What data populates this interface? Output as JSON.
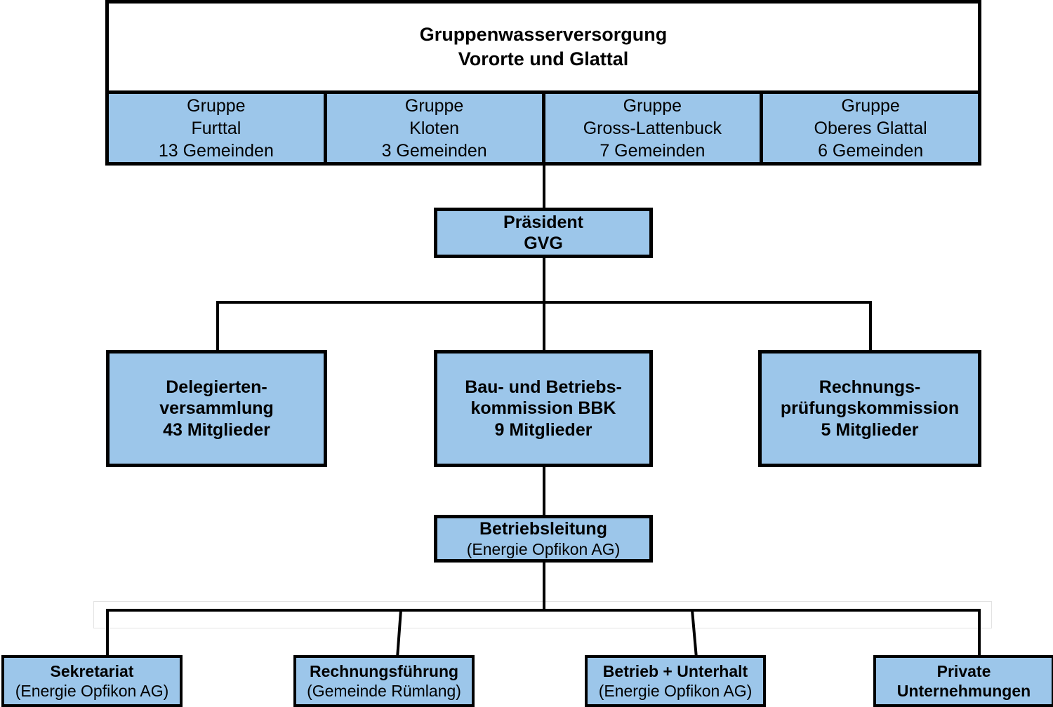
{
  "diagram": {
    "title": "Organigramm Gruppenwasserversorgung Vororte und Glattal",
    "colors": {
      "node_fill": "#9cc6ea",
      "node_border": "#000000",
      "header_fill": "#ffffff",
      "line": "#000000",
      "ghost_outline": "#e2e2e2"
    }
  },
  "header": {
    "title_line1": "Gruppenwasserversorgung",
    "title_line2": "Vororte und Glattal",
    "groups": [
      {
        "label": "Gruppe",
        "name": "Furttal",
        "count": "13 Gemeinden"
      },
      {
        "label": "Gruppe",
        "name": "Kloten",
        "count": "3 Gemeinden"
      },
      {
        "label": "Gruppe",
        "name": "Gross-Lattenbuck",
        "count": "7 Gemeinden"
      },
      {
        "label": "Gruppe",
        "name": "Oberes Glattal",
        "count": "6 Gemeinden"
      }
    ]
  },
  "president": {
    "line1": "Präsident",
    "line2": "GVG"
  },
  "commissions": [
    {
      "line1": "Delegierten-",
      "line2": "versammlung",
      "line3": "43 Mitglieder"
    },
    {
      "line1": "Bau- und Betriebs-",
      "line2": "kommission BBK",
      "line3": "9 Mitglieder"
    },
    {
      "line1": "Rechnungs-",
      "line2": "prüfungskommission",
      "line3": "5 Mitglieder"
    }
  ],
  "management": {
    "line1": "Betriebsleitung",
    "line2": "(Energie Opfikon AG)"
  },
  "units": [
    {
      "line1": "Sekretariat",
      "line2": "(Energie Opfikon  AG)"
    },
    {
      "line1": "Rechnungsführung",
      "line2": "(Gemeinde  Rümlang)"
    },
    {
      "line1": "Betrieb + Unterhalt",
      "line2": "(Energie Opfikon  AG)"
    },
    {
      "line1": "Private",
      "line2": "Unternehmungen"
    }
  ]
}
